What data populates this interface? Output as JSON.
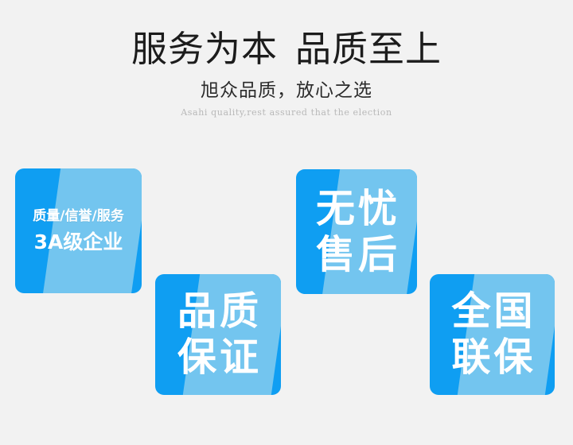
{
  "header": {
    "headline_left": "服务为本",
    "headline_right": "品质至上",
    "subline": "旭众品质，放心之选",
    "english": "Asahi quality,rest assured that the election"
  },
  "colors": {
    "background": "#f2f2f2",
    "card_primary_blue": "#0f9ef2",
    "card_light_blue": "#73c5ef",
    "headline_text": "#1c1c1c",
    "english_text": "#b8b8b8",
    "card_text": "#ffffff"
  },
  "cards": [
    {
      "id": "aaa",
      "line1": "质量/信誉/服务",
      "line2": "3A级企业"
    },
    {
      "id": "quality",
      "line1": "品质",
      "line2": "保证"
    },
    {
      "id": "service",
      "line1": "无忧",
      "line2": "售后"
    },
    {
      "id": "warranty",
      "line1": "全国",
      "line2": "联保"
    }
  ]
}
